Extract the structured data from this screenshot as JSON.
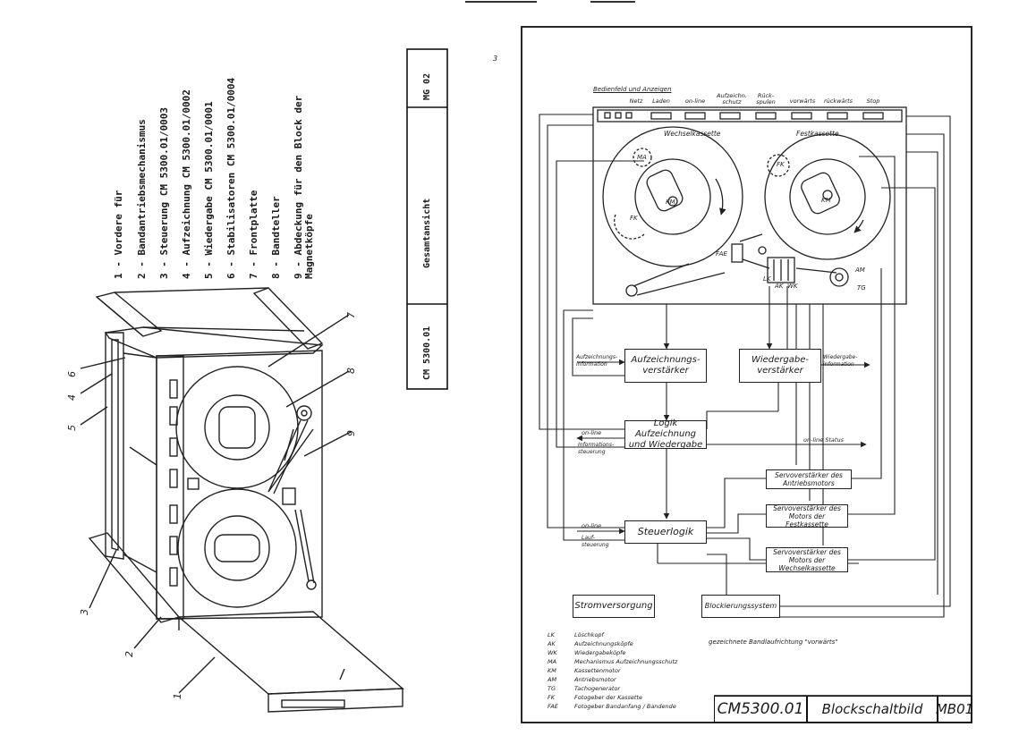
{
  "page_number": "3",
  "left_sheet": {
    "legend": [
      "1 - Vordere für",
      "2 - Bandantriebsmechanismus",
      "3 - Steuerung CM 5300.01/0003",
      "4 - Aufzeichnung CM 5300.01/0002",
      "5 - Wiedergabe CM 5300.01/0001",
      "6 - Stabilisatoren CM 5300.01/0004",
      "7 - Frontplatte",
      "8 - Bandteller",
      "9 - Abdeckung für den Block der",
      "    Magnetköpfe"
    ],
    "title_block": {
      "code": "MG 02",
      "title": "Gesamtansicht",
      "model": "CM 5300.01"
    },
    "callouts": [
      "1",
      "2",
      "3",
      "4",
      "5",
      "6",
      "7",
      "8",
      "9"
    ]
  },
  "right_sheet": {
    "panel_heading": "Bedienfeld und Anzeigen",
    "buttons": [
      "Netz",
      "Laden",
      "on-line",
      "Aufzeichn. schutz",
      "Rück-spulen",
      "vorwärts",
      "rückwärts",
      "Stop"
    ],
    "cassette_labels": {
      "wechsel": "Wechselkassette",
      "fest": "Festkassette",
      "ma": "MA",
      "fk": "FK",
      "km_left": "KM",
      "km_right": "KM",
      "fae": "FAE",
      "am": "AM",
      "tg": "TG",
      "lk": "LK",
      "ak": "AK",
      "wk": "WK"
    },
    "blocks": {
      "aufzeichnung": "Aufzeichnungs-verstärker",
      "wiedergabe": "Wiedergabe-verstärker",
      "logik": "Logik Aufzeichnung und Wiedergabe",
      "servo_antrieb": "Servoverstärker des Antriebsmotors",
      "servo_fest": "Servoverstärker des Motors der Festkassette",
      "servo_wechsel": "Servoverstärker des Motors der Wechselkassette",
      "steuerlogik": "Steuerlogik",
      "strom": "Stromversorgung",
      "blockierung": "Blockierungssystem"
    },
    "signals": {
      "aufz_info": "Aufzeichnungs-information",
      "wiedergabe_info": "Wiedergabe-information",
      "on_line_1": "on-line",
      "info_steuerung": "Informations-steuerung",
      "on_line_status": "on-line Status",
      "on_line_2": "on-line",
      "laufsteuerung": "Lauf-steuerung"
    },
    "abbreviations": [
      {
        "code": "LK",
        "desc": "Löschkopf"
      },
      {
        "code": "AK",
        "desc": "Aufzeichnungsköpfe"
      },
      {
        "code": "WK",
        "desc": "Wiedergabeköpfe"
      },
      {
        "code": "MA",
        "desc": "Mechanismus Aufzeichnungsschutz"
      },
      {
        "code": "KM",
        "desc": "Kassettenmotor"
      },
      {
        "code": "AM",
        "desc": "Antriebsmotor"
      },
      {
        "code": "TG",
        "desc": "Tachogenerator"
      },
      {
        "code": "FK",
        "desc": "Fotogeber der Kassette"
      },
      {
        "code": "FAE",
        "desc": "Fotogeber Bandanfang / Bandende"
      }
    ],
    "direction_note": "gezeichnete Bandlaufrichtung \"vorwärts\"",
    "title_block": {
      "model": "CM5300.01",
      "title": "Blockschaltbild",
      "code": "MB01"
    }
  }
}
